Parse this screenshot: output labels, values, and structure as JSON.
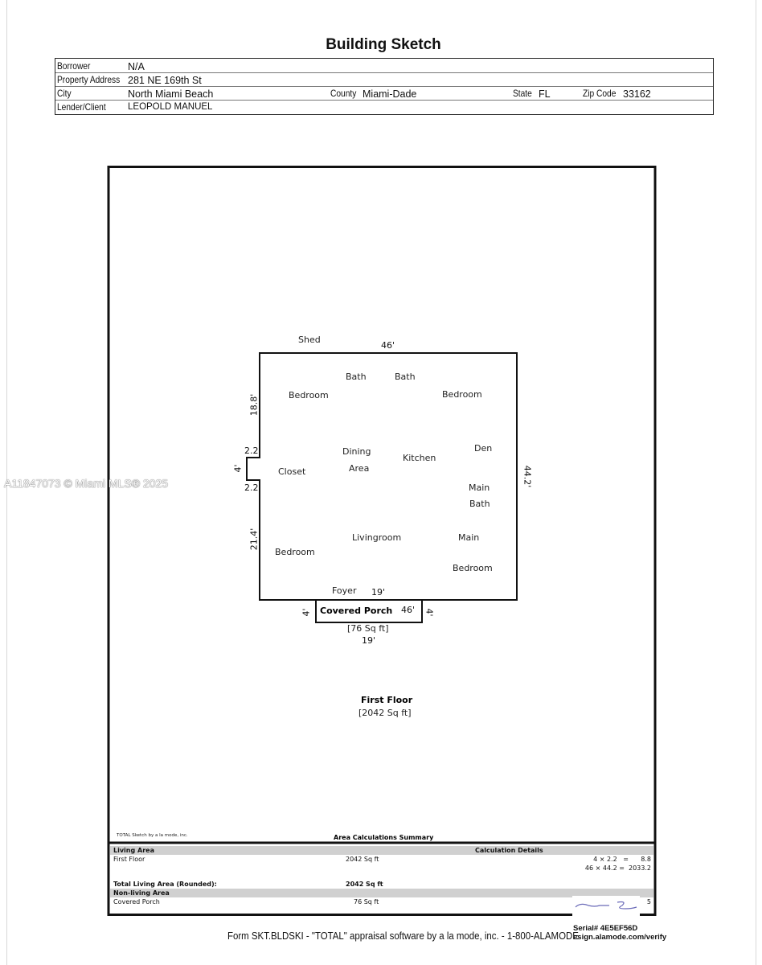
{
  "title": "Building Sketch",
  "header": {
    "borrower_label": "Borrower",
    "borrower": "N/A",
    "address_label": "Property Address",
    "address": "281 NE 169th St",
    "city_label": "City",
    "city": "North Miami Beach",
    "county_label": "County",
    "county": "Miami-Dade",
    "state_label": "State",
    "state": "FL",
    "zip_label": "Zip Code",
    "zip": "33162",
    "lender_label": "Lender/Client",
    "lender": "LEOPOLD MANUEL"
  },
  "sketch": {
    "rooms": [
      "Shed",
      "Bath",
      "Bath",
      "Bedroom",
      "Bedroom",
      "Dining",
      "Area",
      "Kitchen",
      "Den",
      "Closet",
      "Main",
      "Bath",
      "Livingroom",
      "Main",
      "Bedroom",
      "Bedroom",
      "Foyer"
    ],
    "dims": {
      "top": "46'",
      "left_upper": "18.8'",
      "notch_top": "2.2",
      "notch_side": "4'",
      "notch_bottom": "2.2",
      "left_lower": "21.4'",
      "right": "44.2'",
      "foyer": "19'",
      "porch_left": "4'",
      "porch_right": "4'",
      "porch_top": "46'",
      "porch_bottom": "19'"
    },
    "porch_label": "Covered Porch",
    "porch_area": "[76 Sq ft]",
    "floor_label": "First Floor",
    "floor_area": "[2042 Sq ft]",
    "credit": "TOTAL Sketch by a la mode, inc."
  },
  "summary": {
    "title": "Area Calculations Summary",
    "living_header": "Living Area",
    "calc_header": "Calculation Details",
    "first_floor": "First Floor",
    "first_floor_area": "2042 Sq ft",
    "calc1": "4 × 2.2   =      8.8",
    "calc2": "46 × 44.2 =  2033.2",
    "total_label": "Total Living Area (Rounded):",
    "total_value": "2042 Sq ft",
    "nonliving_header": "Non-living Area",
    "porch": "Covered Porch",
    "porch_area": "76 Sq ft",
    "porch_calc": "5"
  },
  "footer": {
    "form": "Form SKT.BLDSKI - \"TOTAL\" appraisal software by a la mode, inc. - 1-800-ALAMODE",
    "serial": "Serial# 4E5EF56D",
    "verify": "esign.alamode.com/verify"
  },
  "watermark": "A11847073 © Miami MLS® 2025"
}
